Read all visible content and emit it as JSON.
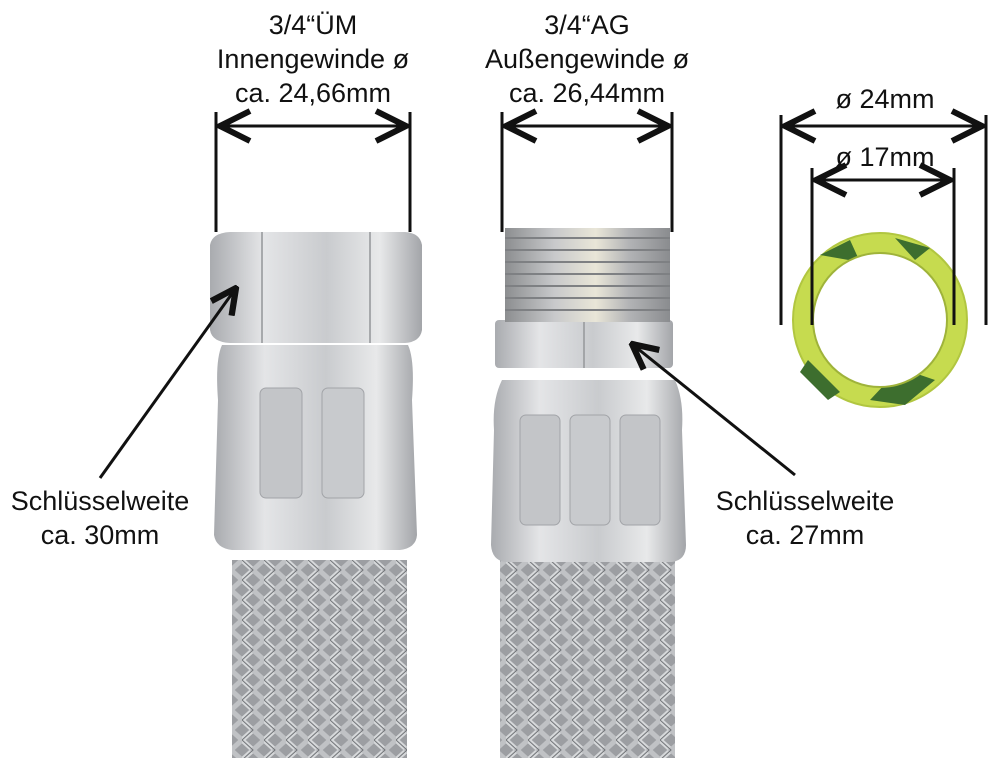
{
  "fittings": {
    "female": {
      "thread_label": "3/4“ÜM",
      "thread_type": "Innengewinde ø",
      "diameter": "ca. 24,66mm",
      "wrench_title": "Schlüsselweite",
      "wrench_size": "ca. 30mm"
    },
    "male": {
      "thread_label": "3/4“AG",
      "thread_type": "Außengewinde ø",
      "diameter": "ca. 26,44mm",
      "wrench_title": "Schlüsselweite",
      "wrench_size": "ca. 27mm"
    }
  },
  "gasket": {
    "outer_diameter": "ø  24mm",
    "inner_diameter": "ø  17mm"
  },
  "colors": {
    "metal_light": "#d9dadc",
    "metal_mid": "#b8babd",
    "metal_dark": "#8e9094",
    "gasket_green": "#c6db4f",
    "gasket_print": "#3d6e2e",
    "line": "#111111"
  }
}
